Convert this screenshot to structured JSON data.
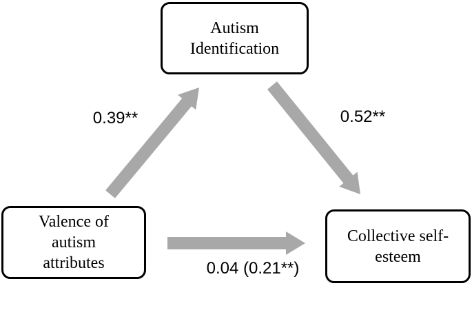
{
  "colors": {
    "arrow": "#a8a8a8",
    "box_border": "#000000",
    "background": "#ffffff",
    "text": "#000000"
  },
  "nodes": {
    "autism_identification": {
      "lines": [
        "Autism",
        "Identification"
      ]
    },
    "valence_of_autism_attributes": {
      "lines": [
        "Valence of",
        "autism",
        "attributes"
      ]
    },
    "collective_self_esteem": {
      "lines": [
        "Collective self-",
        "esteem"
      ]
    }
  },
  "edges": [
    {
      "from": "valence_of_autism_attributes",
      "to": "autism_identification",
      "label": "0.39**"
    },
    {
      "from": "autism_identification",
      "to": "collective_self_esteem",
      "label": "0.52**"
    },
    {
      "from": "valence_of_autism_attributes",
      "to": "collective_self_esteem",
      "label": "0.04 (0.21**)"
    }
  ]
}
